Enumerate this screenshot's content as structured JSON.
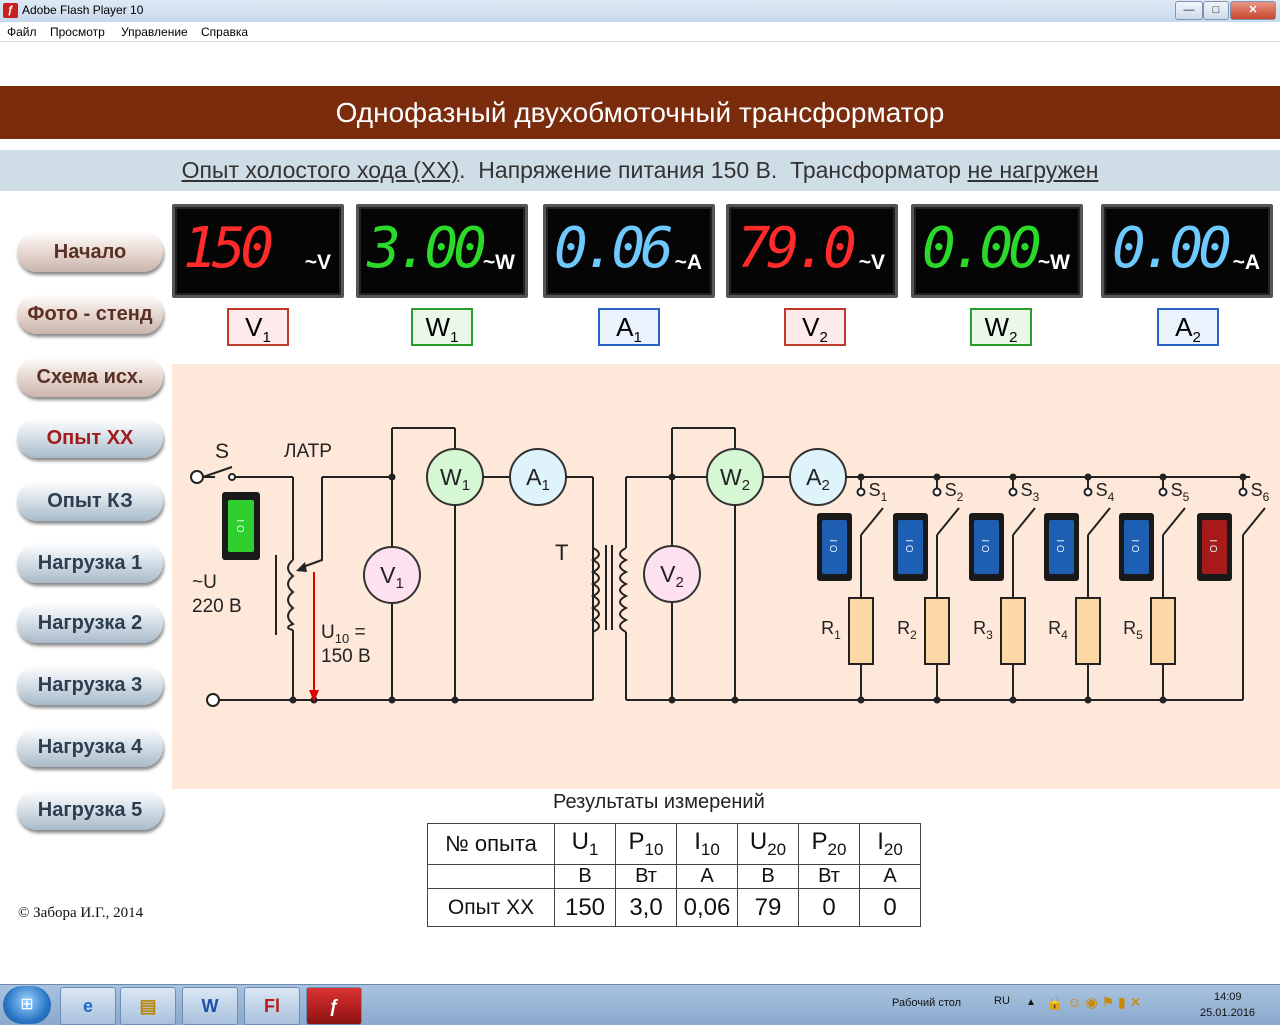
{
  "window": {
    "title": "Adobe Flash Player 10",
    "minimize": "—",
    "restore": "□",
    "close": "✕"
  },
  "menu": [
    "Файл",
    "Просмотр",
    "Управление",
    "Справка"
  ],
  "header": {
    "title": "Однофазный двухобмоточный трансформатор"
  },
  "subheader": {
    "part1": "Опыт холостого хода (ХХ)",
    "part2": ".  Напряжение питания 150 В.  Трансформатор ",
    "part3": "не нагружен"
  },
  "nav": [
    {
      "label": "Начало",
      "active": false
    },
    {
      "label": "Фото - стенд",
      "active": false
    },
    {
      "label": "Схема исх.",
      "active": false
    },
    {
      "label": "Опыт ХХ",
      "active": true
    },
    {
      "label": "Опыт КЗ",
      "active": false
    },
    {
      "label": "Нагрузка 1",
      "active": false
    },
    {
      "label": "Нагрузка 2",
      "active": false
    },
    {
      "label": "Нагрузка 3",
      "active": false
    },
    {
      "label": "Нагрузка 4",
      "active": false
    },
    {
      "label": "Нагрузка 5",
      "active": false
    }
  ],
  "meters": [
    {
      "value": "150",
      "unit": "~V",
      "color": "#ff2a2a",
      "label": "V",
      "sub": "1",
      "border": "#c0392b",
      "bg": "#fdeaea"
    },
    {
      "value": "3.00",
      "unit": "~W",
      "color": "#2bd92b",
      "label": "W",
      "sub": "1",
      "border": "#2a9d2a",
      "bg": "#eaf8ea"
    },
    {
      "value": "0.06",
      "unit": "~A",
      "color": "#6ec9ff",
      "label": "A",
      "sub": "1",
      "border": "#2a63c7",
      "bg": "#eaf2fd"
    },
    {
      "value": "79.0",
      "unit": "~V",
      "color": "#ff2a2a",
      "label": "V",
      "sub": "2",
      "border": "#c0392b",
      "bg": "#fdeaea"
    },
    {
      "value": "0.00",
      "unit": "~W",
      "color": "#2bd92b",
      "label": "W",
      "sub": "2",
      "border": "#2a9d2a",
      "bg": "#eaf8ea"
    },
    {
      "value": "0.00",
      "unit": "~A",
      "color": "#6ec9ff",
      "label": "A",
      "sub": "2",
      "border": "#2a63c7",
      "bg": "#eaf2fd"
    }
  ],
  "circuit": {
    "switch_label": "S",
    "latr_label": "ЛАТР",
    "supply_label1": "~U",
    "supply_label2": "220 В",
    "u10_label1": "U",
    "u10_sub": "10",
    "u10_label2": " =",
    "u10_label3": "150 В",
    "transformer_label": "T",
    "instruments": [
      {
        "name": "W",
        "sub": "1",
        "color": "#d6f7d3"
      },
      {
        "name": "A",
        "sub": "1",
        "color": "#dff3fb"
      },
      {
        "name": "V",
        "sub": "1",
        "color": "#fde1ee"
      },
      {
        "name": "W",
        "sub": "2",
        "color": "#d6f7d3"
      },
      {
        "name": "A",
        "sub": "2",
        "color": "#dff3fb"
      },
      {
        "name": "V",
        "sub": "2",
        "color": "#fde1ee"
      }
    ],
    "switches": [
      {
        "label": "S",
        "sub": "1",
        "state": "I O",
        "color": "#1e5fb3"
      },
      {
        "label": "S",
        "sub": "2",
        "state": "I O",
        "color": "#1e5fb3"
      },
      {
        "label": "S",
        "sub": "3",
        "state": "I O",
        "color": "#1e5fb3"
      },
      {
        "label": "S",
        "sub": "4",
        "state": "I O",
        "color": "#1e5fb3"
      },
      {
        "label": "S",
        "sub": "5",
        "state": "I O",
        "color": "#1e5fb3"
      },
      {
        "label": "S",
        "sub": "6",
        "state": "I O",
        "color": "#a61a1a"
      }
    ],
    "resistors": [
      {
        "label": "R",
        "sub": "1"
      },
      {
        "label": "R",
        "sub": "2"
      },
      {
        "label": "R",
        "sub": "3"
      },
      {
        "label": "R",
        "sub": "4"
      },
      {
        "label": "R",
        "sub": "5"
      }
    ],
    "main_switch_state": "I O"
  },
  "results": {
    "title": "Результаты измерений",
    "col0": "№ опыта",
    "cols": [
      {
        "name": "U",
        "sub": "1",
        "unit": "В"
      },
      {
        "name": "P",
        "sub": "10",
        "unit": "Вт"
      },
      {
        "name": "I",
        "sub": "10",
        "unit": "А"
      },
      {
        "name": "U",
        "sub": "20",
        "unit": "В"
      },
      {
        "name": "P",
        "sub": "20",
        "unit": "Вт"
      },
      {
        "name": "I",
        "sub": "20",
        "unit": "А"
      }
    ],
    "row_label": "Опыт ХХ",
    "row_values": [
      "150",
      "3,0",
      "0,06",
      "79",
      "0",
      "0"
    ]
  },
  "copyright": "© Забора И.Г., 2014",
  "taskbar": {
    "apps": [
      "e",
      "▤",
      "W",
      "Fl",
      "ƒ"
    ],
    "desktop": "Рабочий стол",
    "lang": "RU",
    "time": "14:09",
    "date": "25.01.2016"
  }
}
